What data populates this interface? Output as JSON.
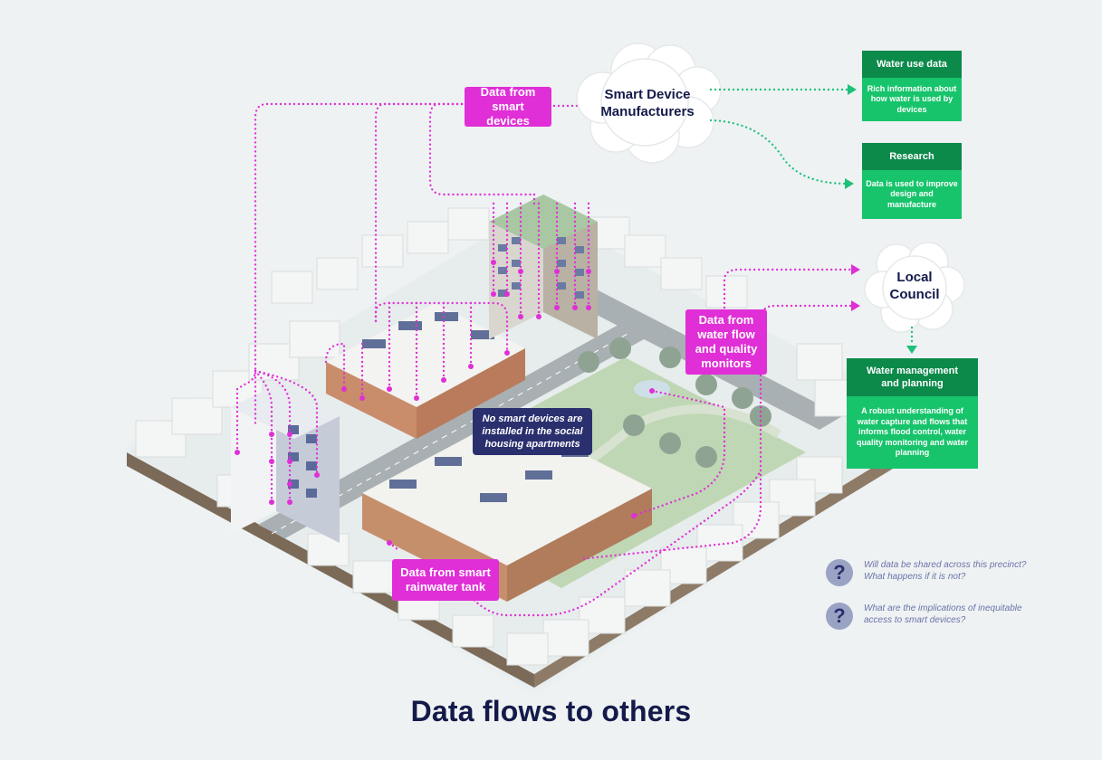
{
  "title": "Data flows to others",
  "labels": {
    "smart_devices": "Data from smart devices",
    "water_monitors": "Data from water flow and quality monitors",
    "rainwater_tank": "Data from smart rainwater tank",
    "no_smart_devices": "No smart devices are installed in the social housing apartments"
  },
  "clouds": {
    "manufacturers": "Smart Device Manufacturers",
    "council": "Local Council"
  },
  "outputs": [
    {
      "title": "Water use data",
      "body": "Rich information about how water is used by devices"
    },
    {
      "title": "Research",
      "body": "Data is used to improve design and manufacture"
    },
    {
      "title": "Water management and planning",
      "body": "A robust understanding of water capture and flows that informs flood control, water quality monitoring and water planning"
    }
  ],
  "questions": [
    {
      "icon": "question-icon",
      "text": "Will data be shared across this precinct? What happens if it is not?"
    },
    {
      "icon": "question-icon",
      "text": "What are the implications of inequitable access to smart devices?"
    }
  ],
  "colors": {
    "magenta": "#e02fd6",
    "dark_navy": "#2a2f6e",
    "green_dark": "#0c8a4a",
    "green_light": "#17c46b",
    "flow_line_green": "#1ec07a",
    "background": "#eef2f3"
  }
}
